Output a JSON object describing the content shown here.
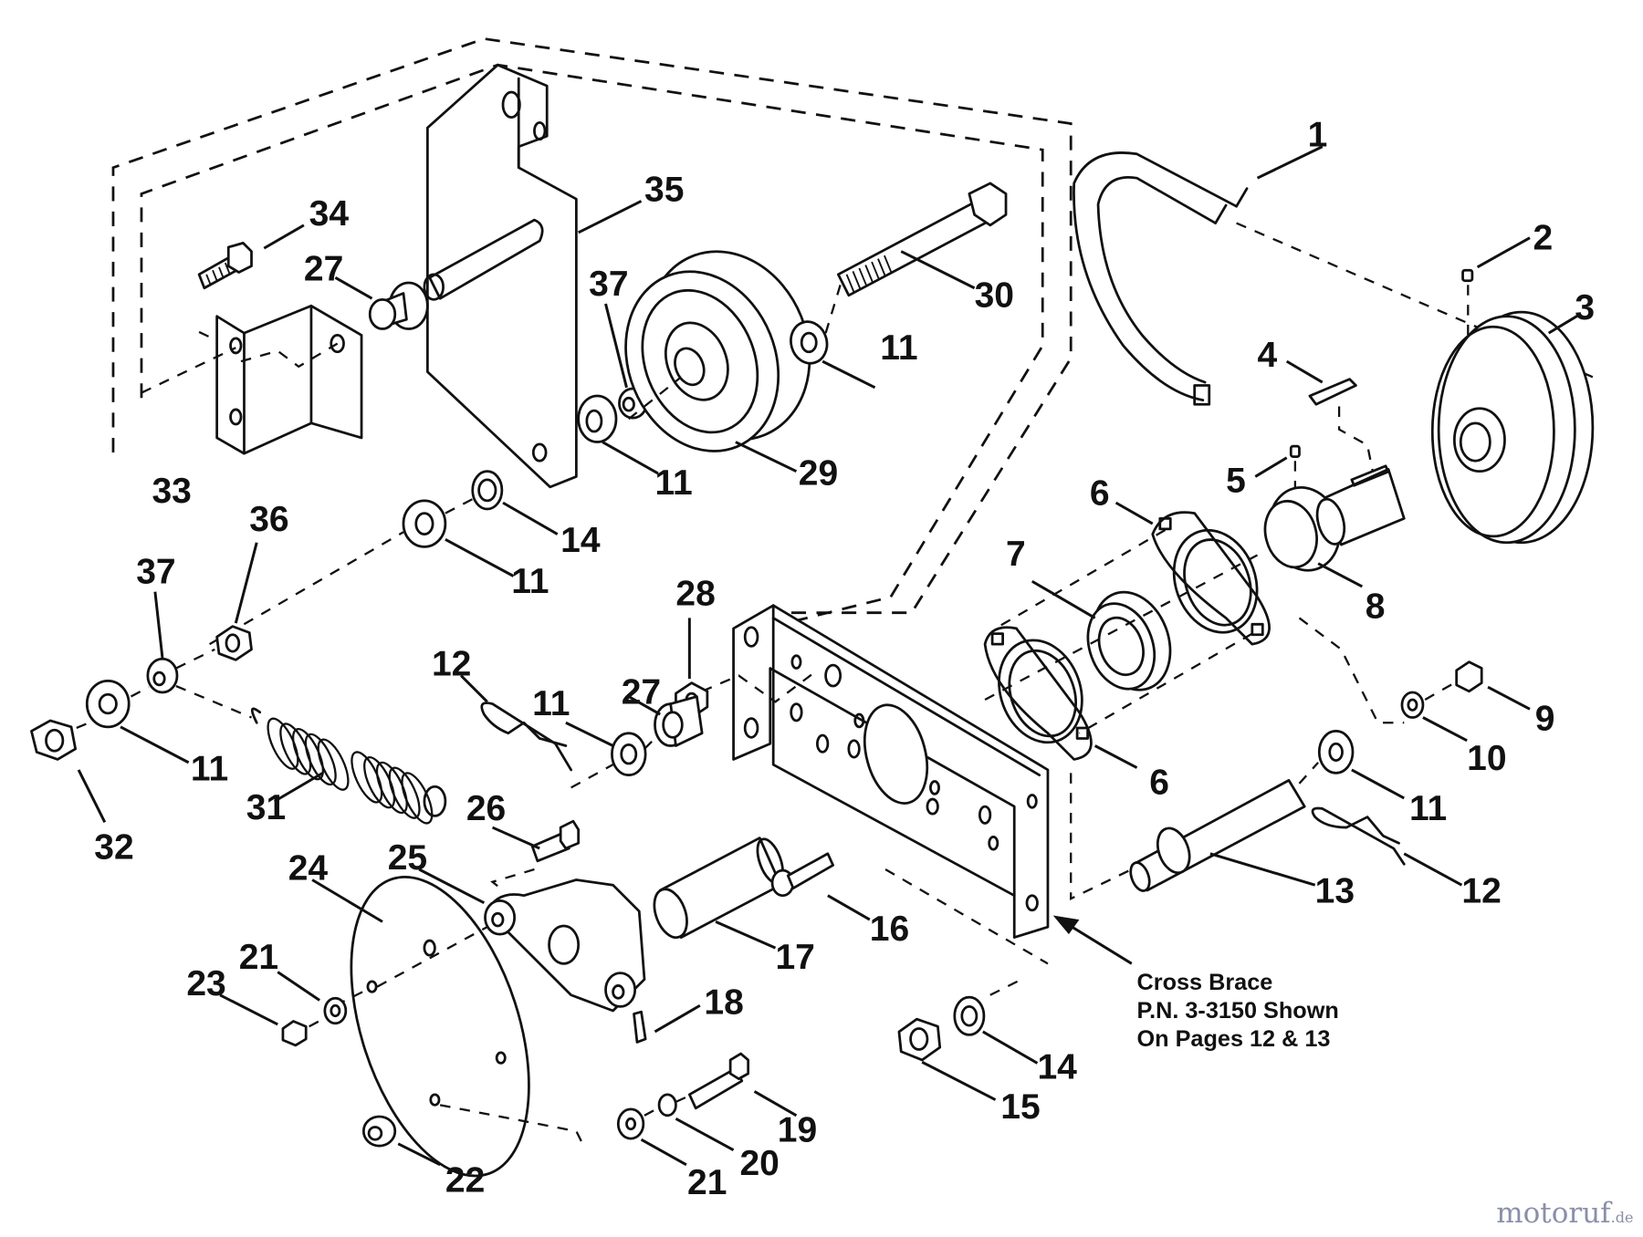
{
  "diagram": {
    "type": "exploded-parts-diagram",
    "callouts": [
      {
        "id": "1",
        "part": "belt"
      },
      {
        "id": "2",
        "part": "set-screw"
      },
      {
        "id": "3",
        "part": "drive-pulley"
      },
      {
        "id": "4",
        "part": "key"
      },
      {
        "id": "5",
        "part": "set-screw"
      },
      {
        "id": "6",
        "part": "bearing-flange"
      },
      {
        "id": "6",
        "part": "bearing-flange"
      },
      {
        "id": "7",
        "part": "bearing"
      },
      {
        "id": "8",
        "part": "locking-collar"
      },
      {
        "id": "9",
        "part": "nut"
      },
      {
        "id": "10",
        "part": "lock-washer"
      },
      {
        "id": "11",
        "part": "washer"
      },
      {
        "id": "11",
        "part": "washer"
      },
      {
        "id": "11",
        "part": "washer"
      },
      {
        "id": "11",
        "part": "washer"
      },
      {
        "id": "11",
        "part": "washer"
      },
      {
        "id": "11",
        "part": "washer"
      },
      {
        "id": "12",
        "part": "hairpin-clip"
      },
      {
        "id": "12",
        "part": "hairpin-clip"
      },
      {
        "id": "13",
        "part": "shoulder-bolt"
      },
      {
        "id": "14",
        "part": "star-washer"
      },
      {
        "id": "14",
        "part": "star-washer"
      },
      {
        "id": "15",
        "part": "nut"
      },
      {
        "id": "16",
        "part": "carriage-bolt"
      },
      {
        "id": "17",
        "part": "shaft"
      },
      {
        "id": "18",
        "part": "screw"
      },
      {
        "id": "19",
        "part": "bolt"
      },
      {
        "id": "20",
        "part": "lock-washer"
      },
      {
        "id": "21",
        "part": "washer"
      },
      {
        "id": "21",
        "part": "washer"
      },
      {
        "id": "22",
        "part": "spacer"
      },
      {
        "id": "23",
        "part": "nut"
      },
      {
        "id": "24",
        "part": "cover-plate"
      },
      {
        "id": "25",
        "part": "idler-arm"
      },
      {
        "id": "26",
        "part": "bolt"
      },
      {
        "id": "27",
        "part": "bushing"
      },
      {
        "id": "27",
        "part": "bushing"
      },
      {
        "id": "28",
        "part": "flange-nut"
      },
      {
        "id": "29",
        "part": "idler-pulley"
      },
      {
        "id": "30",
        "part": "bolt"
      },
      {
        "id": "31",
        "part": "spring"
      },
      {
        "id": "32",
        "part": "nut"
      },
      {
        "id": "33",
        "part": "bracket"
      },
      {
        "id": "34",
        "part": "screw"
      },
      {
        "id": "35",
        "part": "idler-bracket"
      },
      {
        "id": "36",
        "part": "nut"
      },
      {
        "id": "37",
        "part": "spacer"
      },
      {
        "id": "37",
        "part": "spacer"
      }
    ],
    "note": {
      "line1": "Cross Brace",
      "line2": "P.N. 3-3150 Shown",
      "line3": "On Pages 12 & 13"
    },
    "watermark": {
      "main": "motoruf",
      "suffix": ".de"
    }
  }
}
